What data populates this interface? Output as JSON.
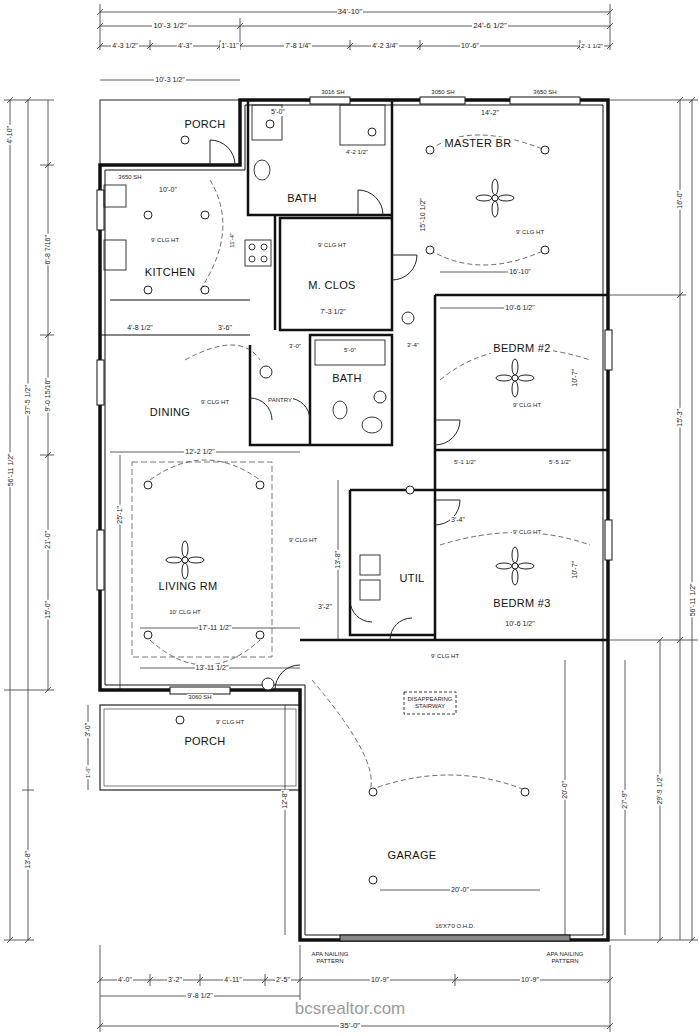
{
  "diagram": {
    "nodes": [
      {
        "text": [
          "PORCH"
        ]
      },
      {
        "text": [
          "BATH"
        ]
      },
      {
        "text": [
          "MASTER BR"
        ]
      },
      {
        "text": [
          "KITCHEN"
        ]
      },
      {
        "text": [
          "M. CLOS"
        ]
      },
      {
        "text": [
          "DINING"
        ]
      },
      {
        "text": [
          "BATH"
        ]
      },
      {
        "text": [
          "BEDRM #2"
        ]
      },
      {
        "text": [
          "LIVING RM"
        ]
      },
      {
        "text": [
          "UTIL"
        ]
      },
      {
        "text": [
          "BEDRM #3"
        ]
      },
      {
        "text": [
          "PORCH"
        ]
      },
      {
        "text": [
          "GARAGE"
        ]
      }
    ],
    "labels": [
      "34'-10\"",
      "10'-3 1/2\"",
      "24'-6 1/2\"",
      "4'-3 1/2\"",
      "4'-3\"",
      "1'-11\"",
      "7'-8 1/4\"",
      "4'-2 3/4\"",
      "10'-6\"",
      "2'-1 1/2\"",
      "10'-3 1/2\"",
      "3016 SH",
      "3050 SH",
      "3650 SH",
      "5'-0\"",
      "4'-2 1/2\"",
      "14'-2\"",
      "3650 SH",
      "10'-0\"",
      "9' CLG HT",
      "4'-8 1/2\"",
      "3'-6\"",
      "9' CLG HT",
      "7'-3 1/2\"",
      "15'-10 1/2\"",
      "9' CLG HT",
      "16'-10\"",
      "10'-6 1/2\"",
      "10'-7\"",
      "9' CLG HT",
      "5'-1 1/2\"",
      "5'-5 1/2\"",
      "3'-4\"",
      "9' CLG HT",
      "10'-7\"",
      "10'-6 1/2\"",
      "PANTRY",
      "5'-0\"",
      "9' CLG HT",
      "12'-2 1/2\"",
      "9' CLG HT",
      "13'-8\"",
      "10' CLG HT",
      "17'-11 1/2\"",
      "3'-2\"",
      "13'-11 1/2\"",
      "25'-1\"",
      "3060 SH",
      "9' CLG HT",
      "3'-0\"",
      "1'-6\"",
      "9' CLG HT",
      "DISAPPEARING STAIRWAY",
      "20'-0\"",
      "27'-9\"",
      "29'-9 1/2\"",
      "56'-11 1/2\"",
      "16'-0\"",
      "15'-3\"",
      "20'-0\"",
      "16'X7'0 O.H.D.",
      "APA NAILING PATTERN",
      "APA NAILING PATTERN",
      "4'-0\"",
      "3'-2\"",
      "4'-11\"",
      "2'-5\"",
      "10'-9\"",
      "10'-9\"",
      "9'-8 1/2\"",
      "35'-0\"",
      "4'-10\"",
      "56'-11 1/2\"",
      "37'-5 1/2\"",
      "6'-8 7/16\"",
      "9'-0 15/16\"",
      "21'-0\"",
      "15'-0\"",
      "13'-8\"",
      "bcsrealtor.com",
      "12'-8\"",
      "11'-4\"",
      "3'-0\"",
      "3'-4\""
    ]
  }
}
